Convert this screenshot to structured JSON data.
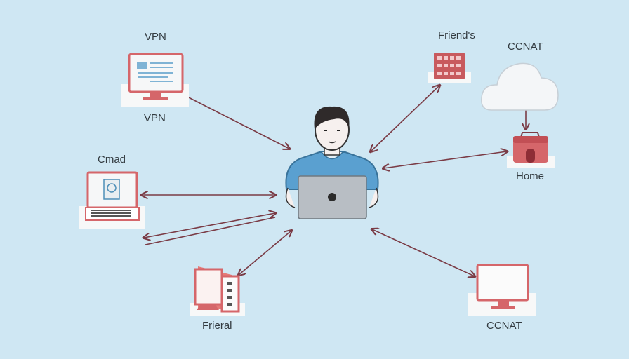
{
  "colors": {
    "background": "#cfe7f3",
    "device_red": "#d5666a",
    "arrow": "#7a3b45",
    "laptop_gray": "#b8bec4",
    "shirt_blue": "#5aa0d0",
    "cloud": "#f4f6f8"
  },
  "labels": {
    "vpn_top": "VPN",
    "vpn_bottom": "VPN",
    "cmad": "Cmad",
    "friends": "Friend's",
    "ccnat_top": "CCNAT",
    "home": "Home",
    "frieral": "Frieral",
    "ccnat_bottom": "CCNAT"
  },
  "icons": {
    "center": "person-with-laptop-icon",
    "vpn": "monitor-icon",
    "cmad": "laptop-icon",
    "friends": "server-rack-icon",
    "cloud": "cloud-icon",
    "home": "home-briefcase-icon",
    "frieral": "desktop-tower-icon",
    "ccnat": "monitor-icon"
  }
}
